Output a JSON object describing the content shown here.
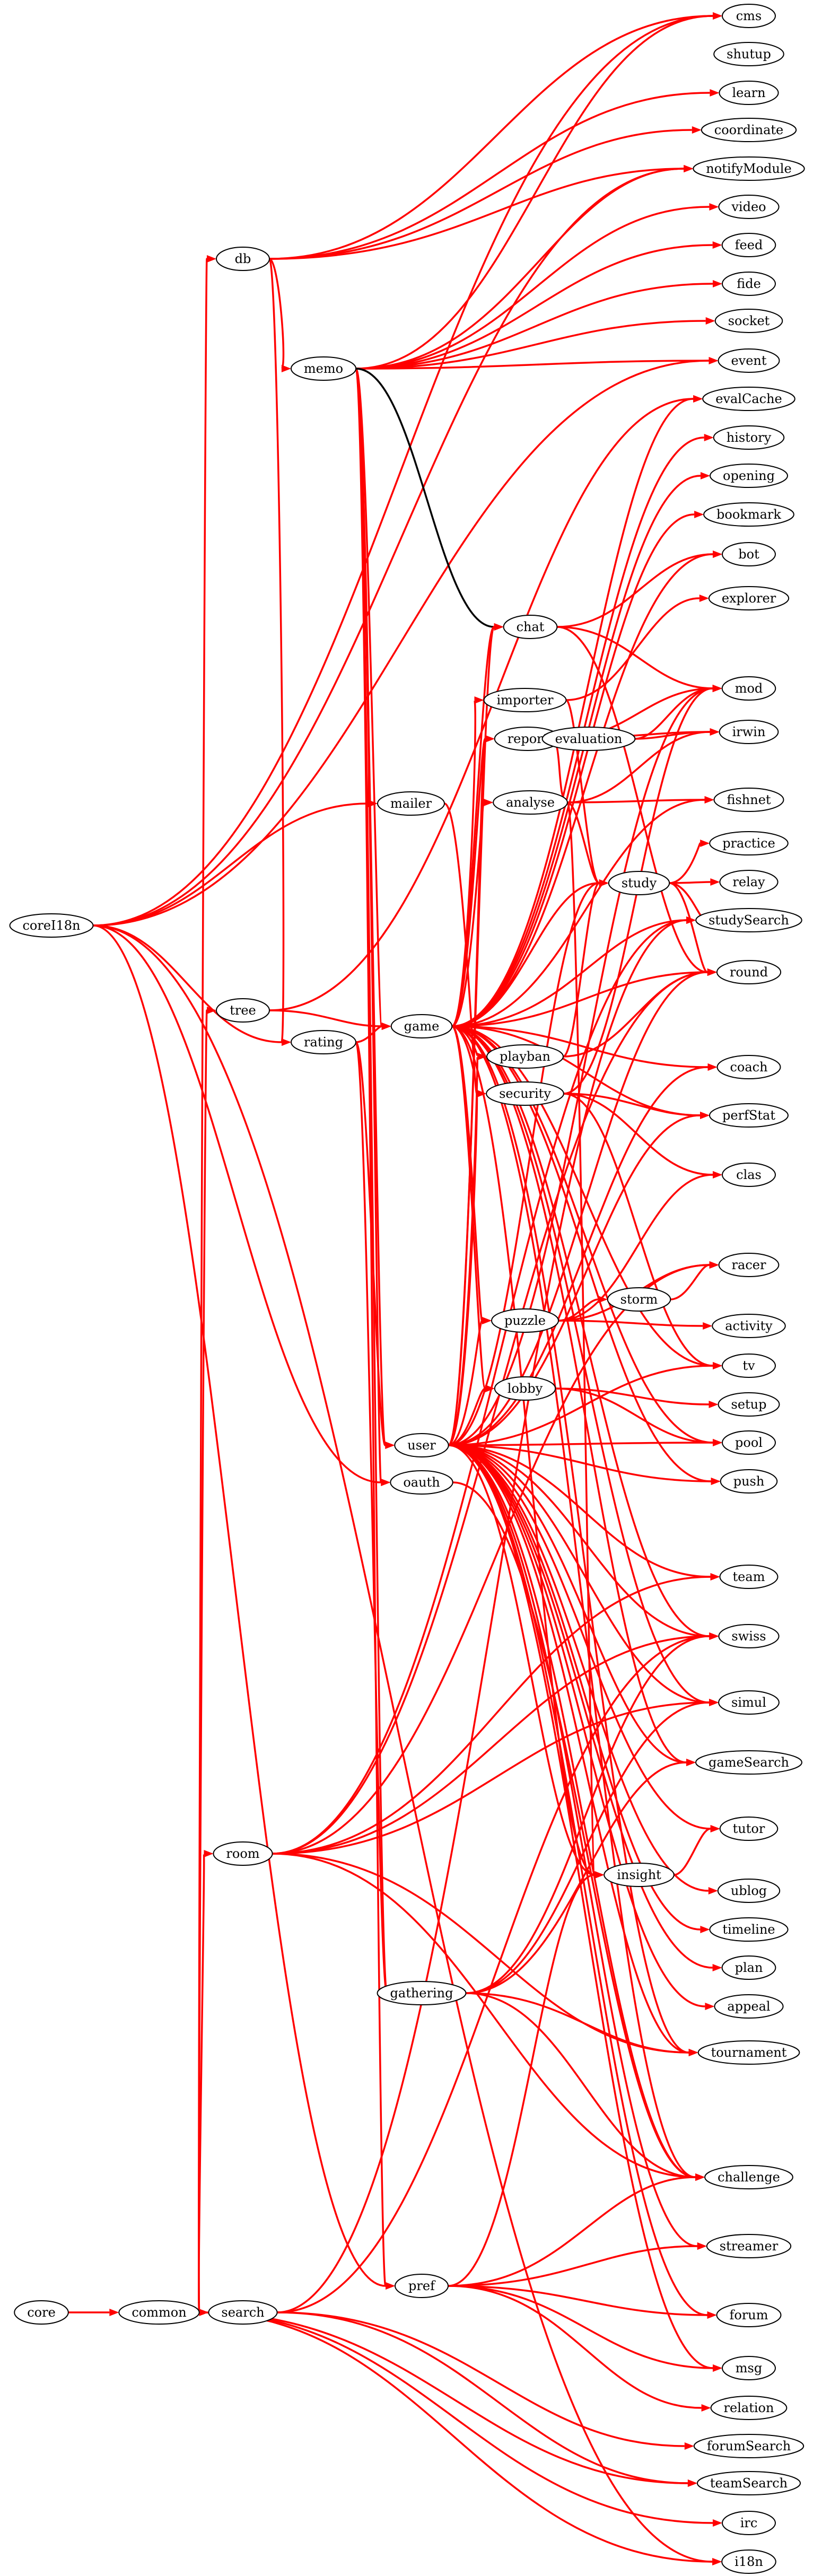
{
  "colors": {
    "edge": "#ff0000",
    "edge_plain": "#000000"
  },
  "nodes": {
    "cms": "cms",
    "shutup": "shutup",
    "learn": "learn",
    "coordinate": "coordinate",
    "notifyModule": "notifyModule",
    "video": "video",
    "feed": "feed",
    "fide": "fide",
    "socket": "socket",
    "event": "event",
    "evalCache": "evalCache",
    "history": "history",
    "opening": "opening",
    "bookmark": "bookmark",
    "bot": "bot",
    "explorer": "explorer",
    "mod": "mod",
    "irwin": "irwin",
    "fishnet": "fishnet",
    "practice": "practice",
    "relay": "relay",
    "studySearch": "studySearch",
    "round": "round",
    "coach": "coach",
    "perfStat": "perfStat",
    "clas": "clas",
    "racer": "racer",
    "activity": "activity",
    "tv": "tv",
    "setup": "setup",
    "pool": "pool",
    "push": "push",
    "team": "team",
    "swiss": "swiss",
    "simul": "simul",
    "gameSearch": "gameSearch",
    "tutor": "tutor",
    "ublog": "ublog",
    "timeline": "timeline",
    "plan": "plan",
    "appeal": "appeal",
    "tournament": "tournament",
    "challenge": "challenge",
    "streamer": "streamer",
    "forum": "forum",
    "msg": "msg",
    "relation": "relation",
    "forumSearch": "forumSearch",
    "teamSearch": "teamSearch",
    "irc": "irc",
    "i18n": "i18n",
    "db": "db",
    "memo": "memo",
    "chat": "chat",
    "importer": "importer",
    "report": "report",
    "evaluation": "evaluation",
    "analyse": "analyse",
    "mailer": "mailer",
    "study": "study",
    "coreI18n": "coreI18n",
    "tree": "tree",
    "rating": "rating",
    "game": "game",
    "playban": "playban",
    "security": "security",
    "storm": "storm",
    "puzzle": "puzzle",
    "lobby": "lobby",
    "user": "user",
    "oauth": "oauth",
    "room": "room",
    "insight": "insight",
    "gathering": "gathering",
    "core": "core",
    "common": "common",
    "search": "search",
    "pref": "pref"
  }
}
